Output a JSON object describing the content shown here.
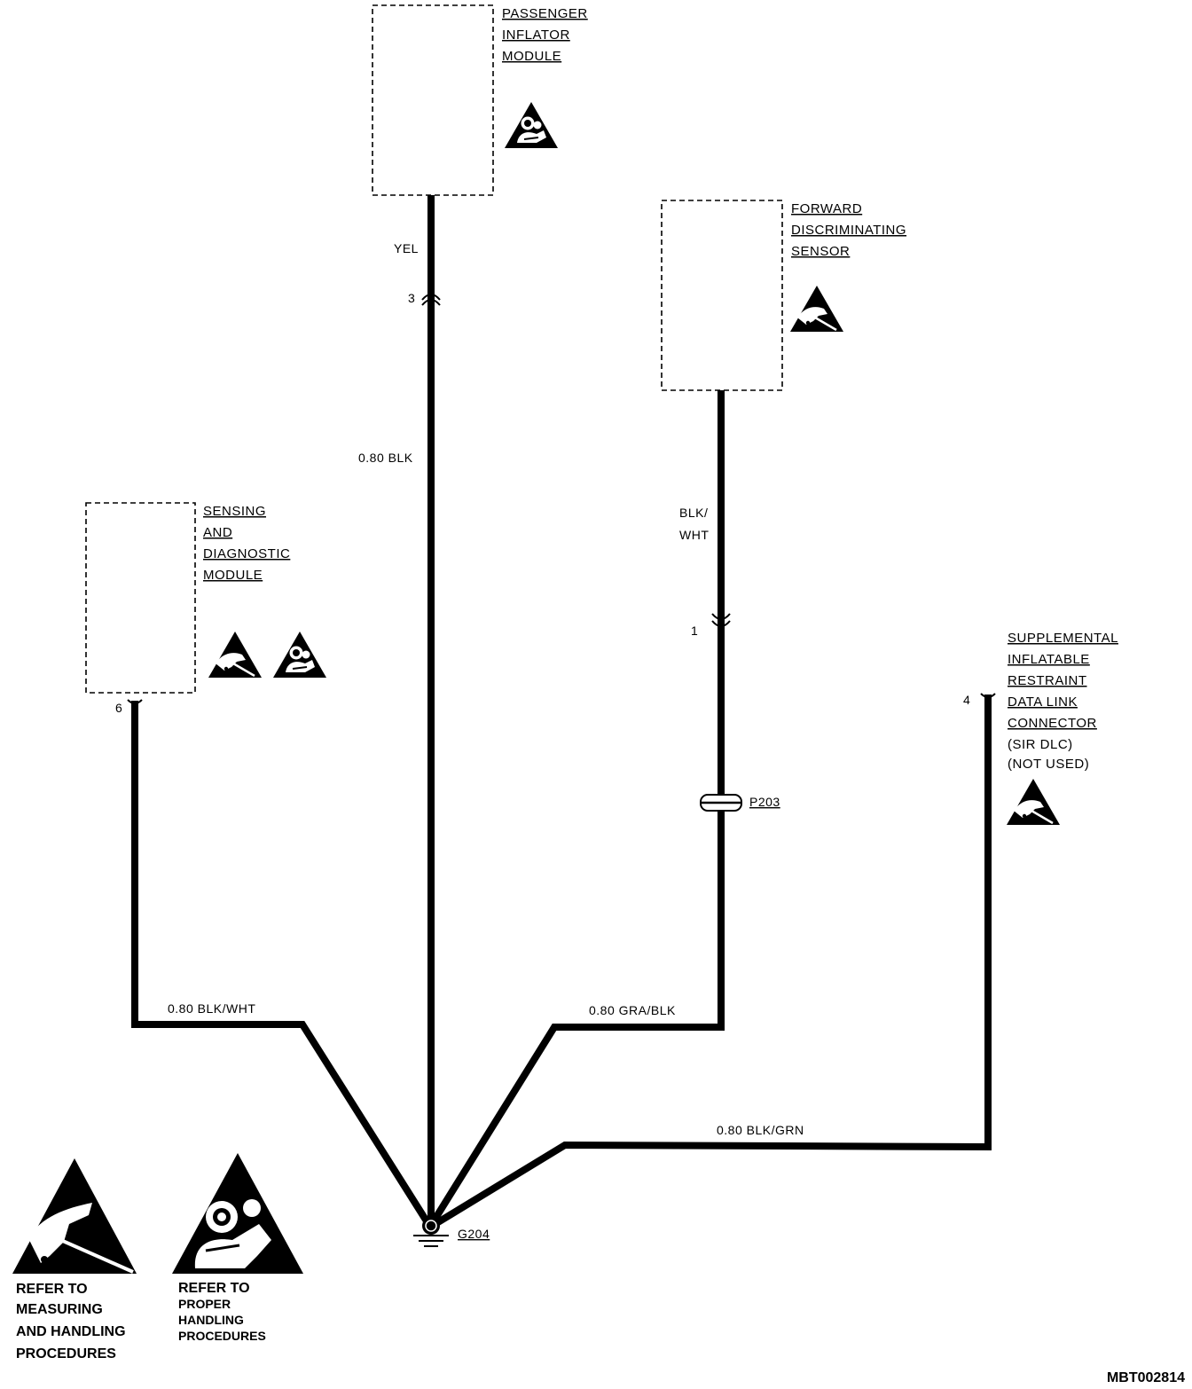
{
  "components": {
    "passenger_inflator": {
      "lines": [
        "PASSENGER",
        "INFLATOR",
        "MODULE"
      ]
    },
    "forward_sensor": {
      "lines": [
        "FORWARD",
        "DISCRIMINATING",
        "SENSOR"
      ]
    },
    "sdm": {
      "lines": [
        "SENSING",
        "AND",
        "DIAGNOSTIC",
        "MODULE"
      ]
    },
    "sir_dlc": {
      "lines": [
        "SUPPLEMENTAL",
        "INFLATABLE",
        "RESTRAINT",
        "DATA LINK",
        "CONNECTOR"
      ],
      "notes": [
        "(SIR DLC)",
        "(NOT USED)"
      ]
    }
  },
  "wires": {
    "yel": "YEL",
    "blk_080": "0.80 BLK",
    "blk_wht_upper": [
      "BLK/",
      "WHT"
    ],
    "blk_wht_080": "0.80 BLK/WHT",
    "gra_blk": "0.80 GRA/BLK",
    "blk_grn": "0.80 BLK/GRN"
  },
  "pins": {
    "passenger": "3",
    "sensor": "1",
    "sdm": "6",
    "dlc": "4"
  },
  "splice": "P203",
  "ground": "G204",
  "legend": {
    "esd": [
      "REFER TO",
      "MEASURING",
      "AND HANDLING",
      "PROCEDURES"
    ],
    "airbag": [
      "REFER TO",
      "PROPER",
      "HANDLING",
      "PROCEDURES"
    ]
  },
  "figure_id": "MBT002814",
  "icons": {
    "esd": "esd-hand-warning-icon",
    "airbag": "airbag-warning-icon"
  },
  "colors": {
    "wire": "#000000",
    "background": "#ffffff"
  }
}
